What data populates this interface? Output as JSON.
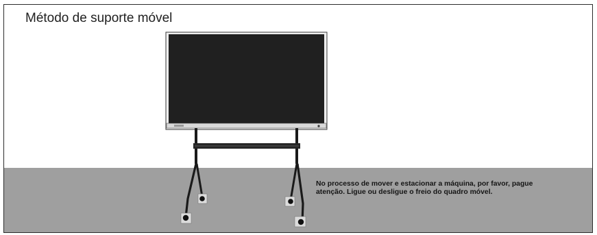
{
  "page": {
    "title": "Método de suporte móvel",
    "caption_lines": [
      "No processo de mover e estacionar a máquina, por favor, pague",
      "atenção. Ligue ou desligue o freio do quadro móvel."
    ]
  },
  "colors": {
    "floor": "#9f9f9f",
    "frame": "#2b2b2b",
    "screen": "#202020",
    "stand": "#1a1a1a",
    "caster_plate": "#dcdcdc"
  },
  "icons": [
    "mobile-stand-display-illustration",
    "caster-wheel-icon"
  ]
}
